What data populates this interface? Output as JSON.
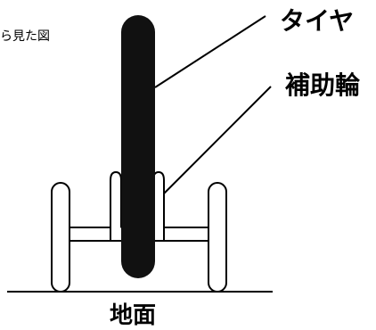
{
  "caption": "ら見た図",
  "labels": {
    "tire": "タイヤ",
    "training_wheel": "補助輪",
    "ground": "地面"
  },
  "colors": {
    "tire": "#111111",
    "stroke": "#000000",
    "background": "#ffffff"
  }
}
